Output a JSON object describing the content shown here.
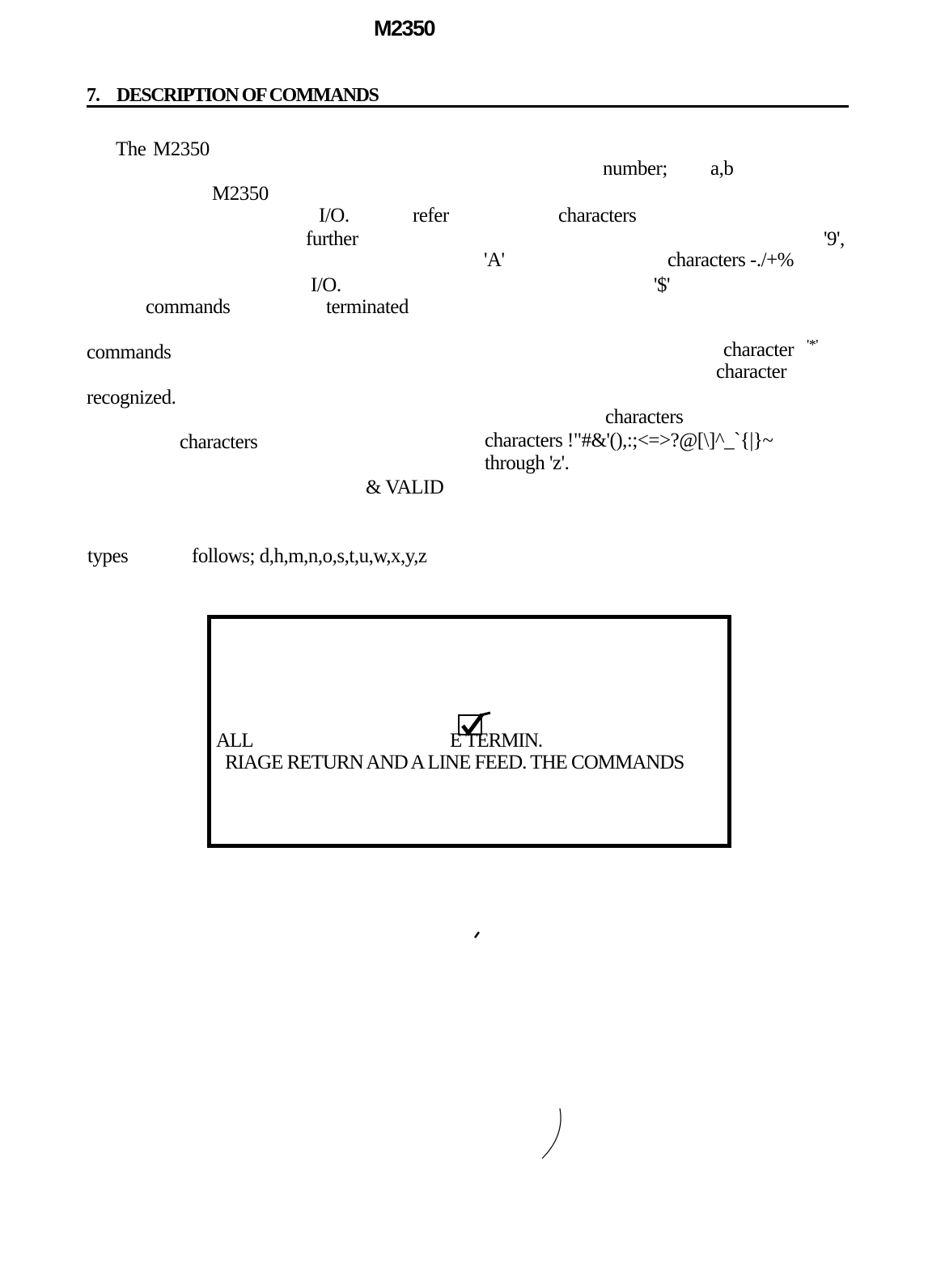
{
  "header": {
    "title": "M2350"
  },
  "section": {
    "number": "7.",
    "title": "DESCRIPTION OF COMMANDS"
  },
  "body": {
    "f01": "The",
    "f02": "M2350",
    "f03": "number;",
    "f04": "a,b",
    "f05": "M2350",
    "f06": "I/O.",
    "f07": "refer",
    "f08": "characters",
    "f09": "further",
    "f10": "'9',",
    "f11": "'A'",
    "f12": "characters -./+%",
    "f13": "I/O.",
    "f14": "'$'",
    "f15": "commands",
    "f16": "terminated",
    "f17": "commands",
    "f18": "character",
    "f19": "'*'",
    "f20": "character",
    "f21": "recognized.",
    "f22": "characters",
    "f23": "characters",
    "f24": "characters !\"#&'(),:;<=>?@[\\]^_`{|}~",
    "f25": "through 'z'.",
    "f26": "& VALID",
    "f27": "types",
    "f28": "follows; d,h,m,n,o,s,t,u,w,x,y,z"
  },
  "note_box": {
    "line1_a": "ALL",
    "line1_b": "E TERMIN.",
    "line2": "RIAGE RETURN AND A LINE FEED. THE COMMANDS",
    "check_icon": "checkmark-box-icon"
  }
}
